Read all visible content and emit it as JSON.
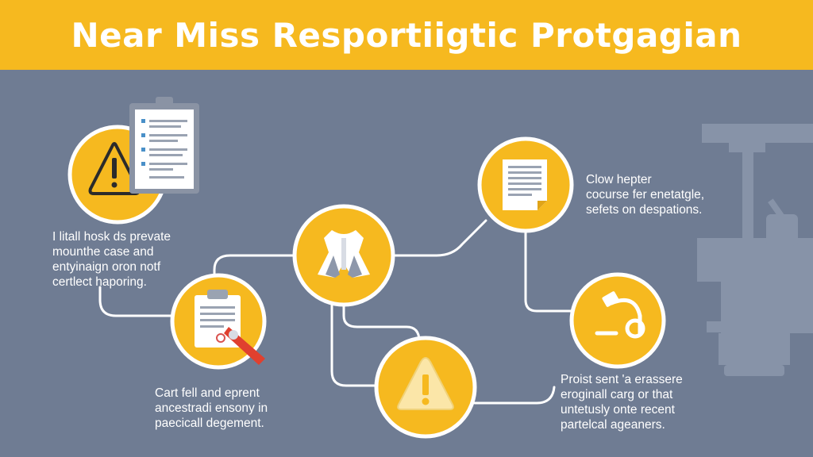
{
  "header": {
    "title": "Near Miss Resportiigtic Protgagian"
  },
  "colors": {
    "banner": "#f6b91f",
    "background": "#6f7c93",
    "node": "#f6b91f",
    "connector": "#ffffff"
  },
  "nodes": [
    {
      "name": "warning-clipboard",
      "icon": "warning-triangle-with-clipboard-icon"
    },
    {
      "name": "document",
      "icon": "document-icon"
    },
    {
      "name": "safety-vest",
      "icon": "safety-vest-icon"
    },
    {
      "name": "clipboard-pen",
      "icon": "clipboard-with-pen-icon"
    },
    {
      "name": "caution",
      "icon": "warning-triangle-icon"
    },
    {
      "name": "tools",
      "icon": "lamp-tool-icon"
    }
  ],
  "texts": {
    "left_block": [
      "I litall hosk ds prevate",
      "mounthe case and",
      "entyinaign oron notf",
      "certlect haporing."
    ],
    "top_right_block": [
      "Clow hepter",
      "cocurse fer enetatgle,",
      "sefets on despations."
    ],
    "bottom_center_block": [
      "Cart fell and eprent",
      "ancestradi ensony in",
      "paecicall degement."
    ],
    "bottom_right_block": [
      "Proist sent 'a erassere",
      "eroginall carg or that",
      "untetusly onte recent",
      "partelcal ageaners."
    ]
  }
}
